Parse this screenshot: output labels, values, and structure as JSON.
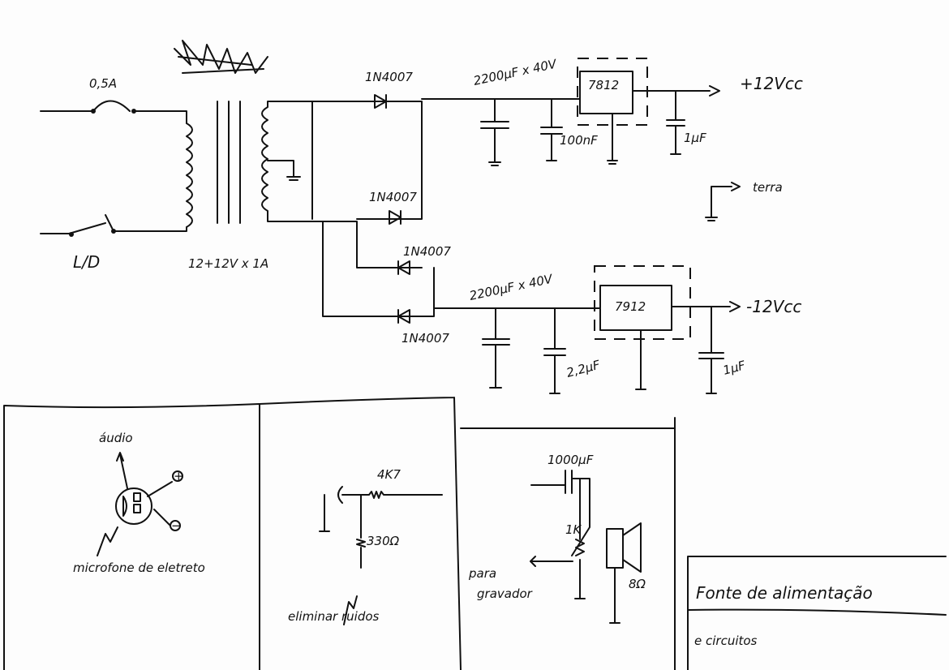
{
  "power_supply": {
    "fuse": "0,5A",
    "switch": "L/D",
    "transformer": "12+12V x 1A",
    "diodes": [
      "1N4007",
      "1N4007",
      "1N4007",
      "1N4007"
    ],
    "positive": {
      "cap_main": "2200µF x 40V",
      "cap_small": "100nF",
      "regulator": "7812",
      "cap_out": "1µF",
      "output": "+12Vcc"
    },
    "negative": {
      "cap_main": "2200µF x 40V",
      "cap_small": "2,2µF",
      "regulator": "7912",
      "cap_out": "1µF",
      "output": "-12Vcc"
    },
    "ground": "terra"
  },
  "microphone": {
    "audio": "áudio",
    "plus": "+",
    "minus": "−",
    "caption": "microfone de eletreto"
  },
  "noise_filter": {
    "resistor1": "4K7",
    "resistor2": "330Ω",
    "caption": "eliminar ruidos"
  },
  "output_stage": {
    "capacitor": "1000µF",
    "pot": "1K",
    "speaker": "8Ω",
    "caption_line1": "para",
    "caption_line2": "gravador"
  },
  "title_block": {
    "title": "Fonte de alimentação",
    "subtitle": "e circuitos"
  }
}
